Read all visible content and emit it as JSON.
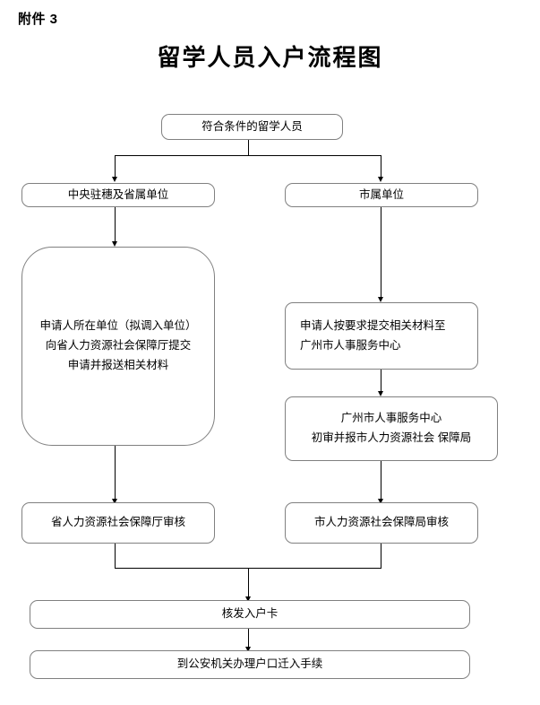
{
  "page": {
    "attachment_label": "附件 3",
    "title": "留学人员入户流程图"
  },
  "chart_data": {
    "type": "diagram",
    "title": "留学人员入户流程图",
    "nodes": [
      {
        "id": "start",
        "label": "符合条件的留学人员",
        "lines": [
          "符合条件的留学人员"
        ]
      },
      {
        "id": "central-prov",
        "label": "中央驻穗及省属单位",
        "lines": [
          "中央驻穗及省属单位"
        ]
      },
      {
        "id": "municipal",
        "label": "市属单位",
        "lines": [
          "市属单位"
        ]
      },
      {
        "id": "prov-submit",
        "label": "申请人所在单位（拟调入单位）向省人力资源社会保障厅提交申请并报送相关材料",
        "lines": [
          "申请人所在单位（拟调入单位）",
          "向省人力资源社会保障厅提交",
          "申请并报送相关材料"
        ]
      },
      {
        "id": "city-submit",
        "label": "申请人按要求提交相关材料至广州市人事服务中心",
        "lines": [
          "申请人按要求提交相关材料至",
          "广州市人事服务中心"
        ]
      },
      {
        "id": "city-review",
        "label": "广州市人事服务中心初审并报市人力资源社会保障局",
        "lines": [
          "广州市人事服务中心",
          "初审并报市人力资源社会 保障局"
        ]
      },
      {
        "id": "prov-audit",
        "label": "省人力资源社会保障厅审核",
        "lines": [
          "省人力资源社会保障厅审核"
        ]
      },
      {
        "id": "city-audit",
        "label": "市人力资源社会保障局审核",
        "lines": [
          "市人力资源社会保障局审核"
        ]
      },
      {
        "id": "issue-card",
        "label": "核发入户卡",
        "lines": [
          "核发入户卡"
        ]
      },
      {
        "id": "police",
        "label": "到公安机关办理户口迁入手续",
        "lines": [
          "到公安机关办理户口迁入手续"
        ]
      }
    ],
    "edges": [
      {
        "from": "start",
        "to": "central-prov"
      },
      {
        "from": "start",
        "to": "municipal"
      },
      {
        "from": "central-prov",
        "to": "prov-submit"
      },
      {
        "from": "municipal",
        "to": "city-submit"
      },
      {
        "from": "city-submit",
        "to": "city-review"
      },
      {
        "from": "prov-submit",
        "to": "prov-audit"
      },
      {
        "from": "city-review",
        "to": "city-audit"
      },
      {
        "from": "prov-audit",
        "to": "issue-card"
      },
      {
        "from": "city-audit",
        "to": "issue-card"
      },
      {
        "from": "issue-card",
        "to": "police"
      }
    ],
    "colors": {
      "node_border": "#808080",
      "connector": "#000000",
      "background": "#ffffff"
    }
  }
}
